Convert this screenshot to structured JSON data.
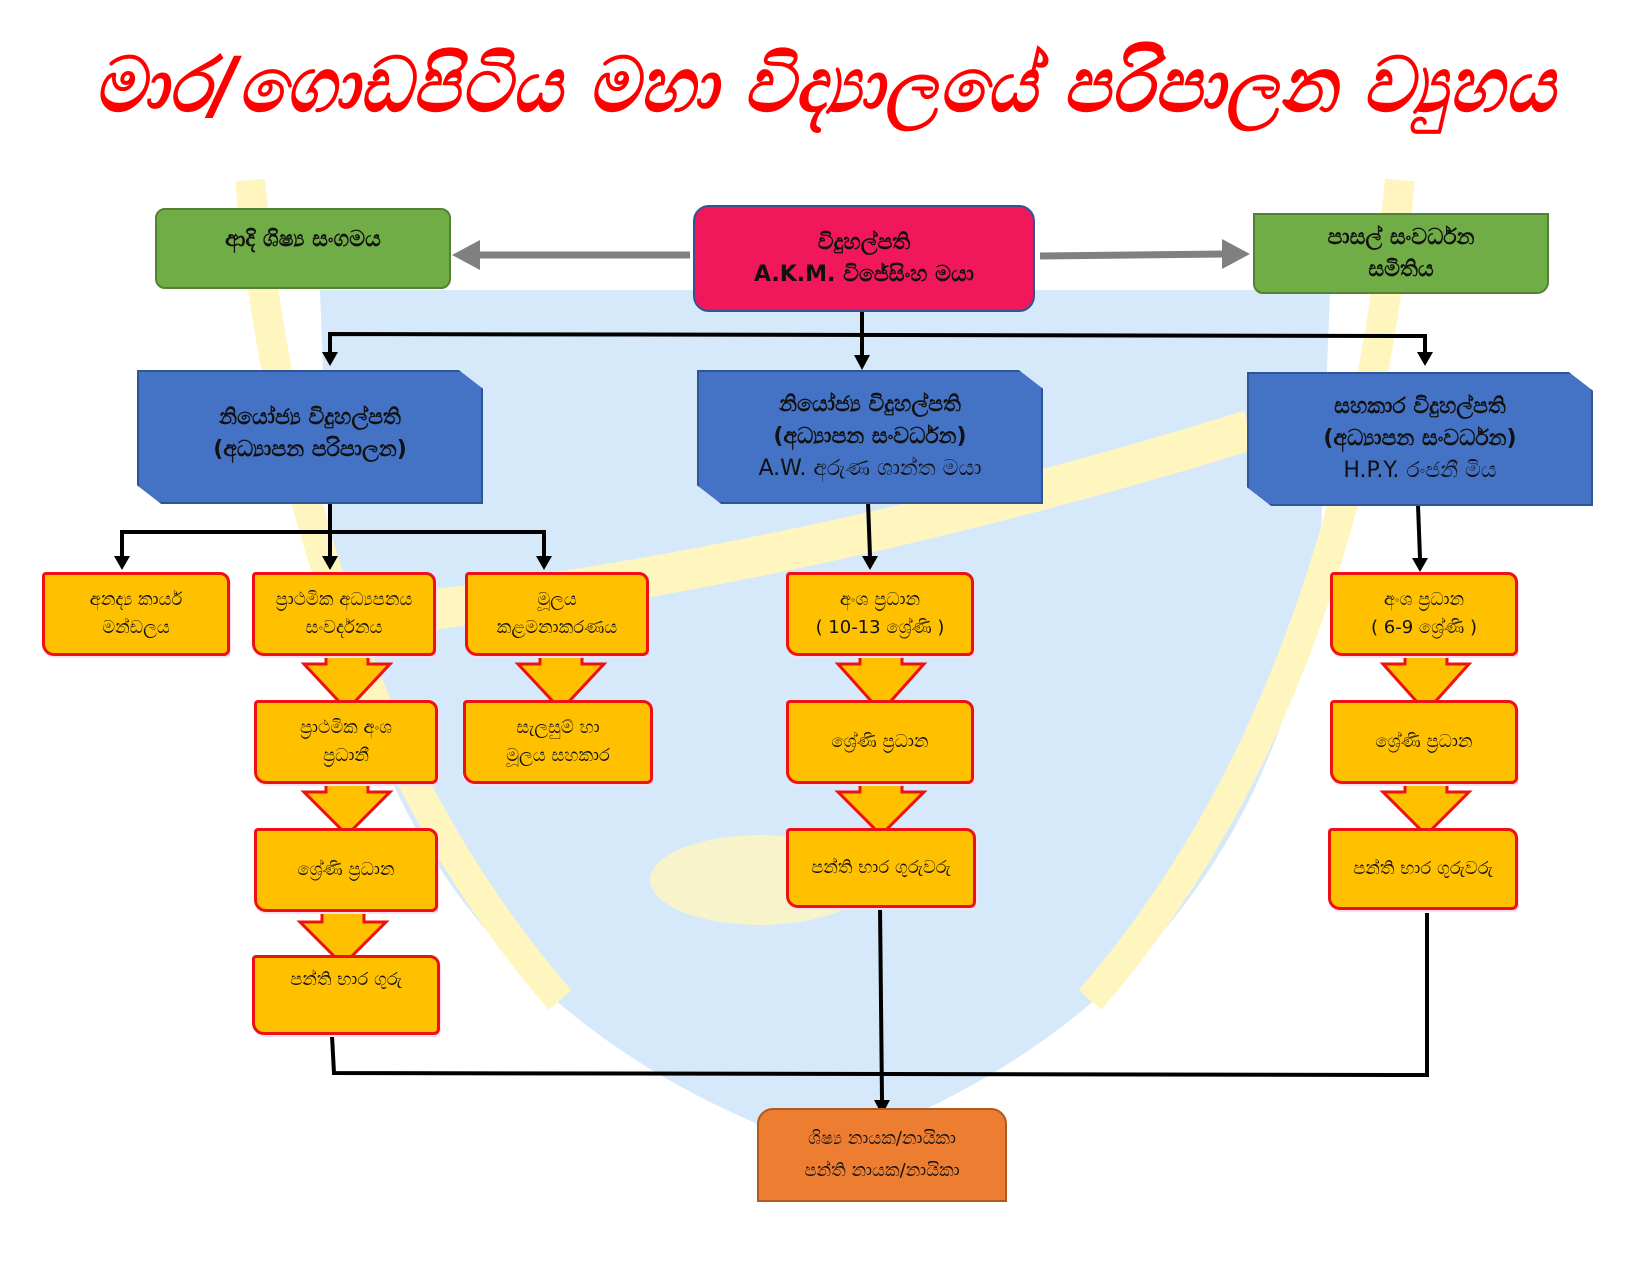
{
  "title": "මාර/ගොඩපිටිය මහා විද්‍යාලයේ පරිපාලන ව්‍යුහය",
  "colors": {
    "title": "#ff0000",
    "principal_box": "#f0185a",
    "side_committee_box": "#70ad47",
    "deputy_box": "#4472c4",
    "section_box": "#ffc000",
    "section_border": "#ee1111",
    "prefect_box": "#ed7d31",
    "connector": "#000000",
    "side_arrow": "#808080",
    "watermark_blue": "#d6e9fb",
    "watermark_yellow": "#fff6bf"
  },
  "principal": {
    "role": "විදුහල්පති",
    "name": "A.K.M. විජේසිංහ මයා"
  },
  "side_left": {
    "label": "ආදි ශිෂ්‍ය සංගමය"
  },
  "side_right": {
    "line1": "පාසල් සංවර්ධන",
    "line2": "සමිතිය"
  },
  "deputies": [
    {
      "role": "නියෝජ්‍ය විදුහල්පති",
      "dept": "(අධ්‍යාපන පරිපාලන)",
      "name": ""
    },
    {
      "role": "නියෝජ්‍ය විදුහල්පති",
      "dept": "(අධ්‍යාපන සංවර්ධන)",
      "name": "A.W. අරුණ ශාන්ත මයා"
    },
    {
      "role": "සහකාර විදුහල්පති",
      "dept": "(අධ්‍යාපන සංවර්ධන)",
      "name": "H.P.Y. රංජනී මිය"
    }
  ],
  "left_branch": {
    "welfare": {
      "line1": "අනද්‍ය  කාර්ය",
      "line2": "මන්ඩලය"
    },
    "primary": [
      {
        "line1": "ප්‍රාථමික අධ්‍යපනය",
        "line2": "සංවර්දනය"
      },
      {
        "line1": "ප්‍රාථමික අංශ",
        "line2": "ප්‍රධානී"
      },
      {
        "line1": "ශ්‍රේණි ප්‍රධාන",
        "line2": ""
      },
      {
        "line1": "පන්ති භාර ගුරු",
        "line2": ""
      }
    ],
    "resources": [
      {
        "line1": "මූලය",
        "line2": "කළමනාකරණය"
      },
      {
        "line1": "සැලසුම් හා",
        "line2": "මූලය සහකාර"
      }
    ]
  },
  "middle_branch": [
    {
      "line1": "අංශ ප්‍රධාන",
      "line2": "( 10-13 ශ්‍රේණි )"
    },
    {
      "line1": "ශ්‍රේණි ප්‍රධාන",
      "line2": ""
    },
    {
      "line1": "පන්ති භාර ගුරුවරු",
      "line2": ""
    }
  ],
  "right_branch": [
    {
      "line1": "අංශ ප්‍රධාන",
      "line2": "(  6-9 ශ්‍රේණි )"
    },
    {
      "line1": "ශ්‍රේණි ප්‍රධාන",
      "line2": ""
    },
    {
      "line1": "පන්ති භාර ගුරුවරු",
      "line2": ""
    }
  ],
  "prefects": {
    "line1": "ශිෂ්‍ය නායක/නායිකා",
    "line2": "පන්ති නායක/නායිකා"
  }
}
